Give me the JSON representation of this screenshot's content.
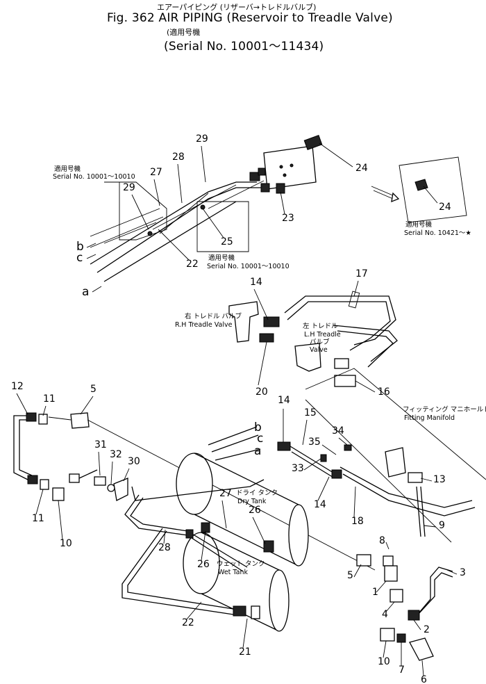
{
  "header": {
    "jp_title": "エアーパイピング (リザーバ→トレドルバルブ)",
    "fig_title": "Fig. 362 AIR PIPING (Reservoir to Treadle Valve)",
    "jp_applicable": "(適用号機",
    "serial": "(Serial No. 10001～11434)"
  },
  "insets": {
    "left_jp": "適用号機",
    "left_serial": "Serial No. 10001～10010",
    "center_jp": "適用号機",
    "center_serial": "Serial No. 10001～10010",
    "right_jp": "適用号機",
    "right_serial": "Serial No. 10421～★"
  },
  "labels": {
    "rh_jp": "右 トレドル バルブ",
    "rh_en": "R.H Treadle Valve",
    "lh_jp1": "左 トレドル",
    "lh_en1": "L.H Treadle",
    "lh_jp2": "バルブ",
    "lh_en2": "Valve",
    "manifold_jp": "フィッティング マニホールド",
    "manifold_en": "Fitting Manifold",
    "dry_jp": "ドライ タンク",
    "dry_en": "Dry Tank",
    "wet_jp": "ウェット タンク",
    "wet_en": "Wet Tank"
  },
  "letters": [
    "b",
    "c",
    "a"
  ],
  "callouts": [
    "1",
    "2",
    "3",
    "4",
    "5",
    "6",
    "7",
    "8",
    "9",
    "10",
    "11",
    "12",
    "13",
    "14",
    "15",
    "16",
    "17",
    "18",
    "20",
    "21",
    "22",
    "23",
    "24",
    "25",
    "26",
    "27",
    "28",
    "29",
    "30",
    "31",
    "32",
    "33",
    "34",
    "35"
  ]
}
